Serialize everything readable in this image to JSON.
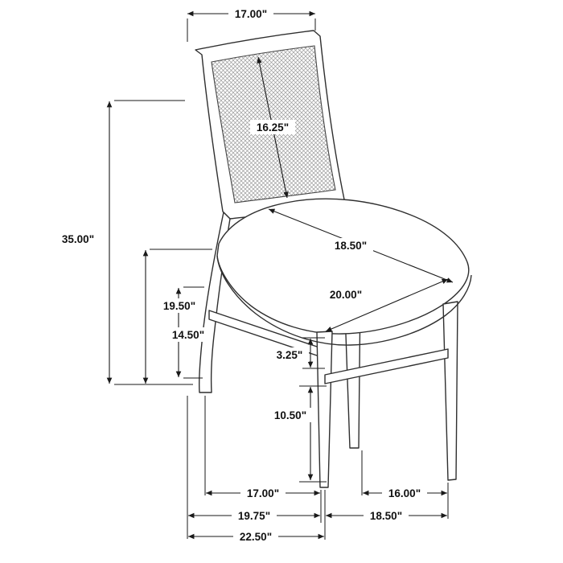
{
  "diagram": {
    "type": "product-dimension-drawing",
    "subject": "dining side chair with cane back panel and upholstered seat",
    "units": "inches",
    "dims": {
      "top_back_width": "17.00\"",
      "back_diagonal": "16.25\"",
      "overall_height": "35.00\"",
      "back_height": "19.50\"",
      "seat_back_height": "14.50\"",
      "seat_diagonal": "18.50\"",
      "seat_width": "20.00\"",
      "cushion_thickness": "3.25\"",
      "leg_height": "10.50\"",
      "front_leg_span": "17.00\"",
      "side_leg_span": "16.00\"",
      "base_depth": "19.75\"",
      "base_width": "18.50\"",
      "overall_depth": "22.50\""
    }
  }
}
